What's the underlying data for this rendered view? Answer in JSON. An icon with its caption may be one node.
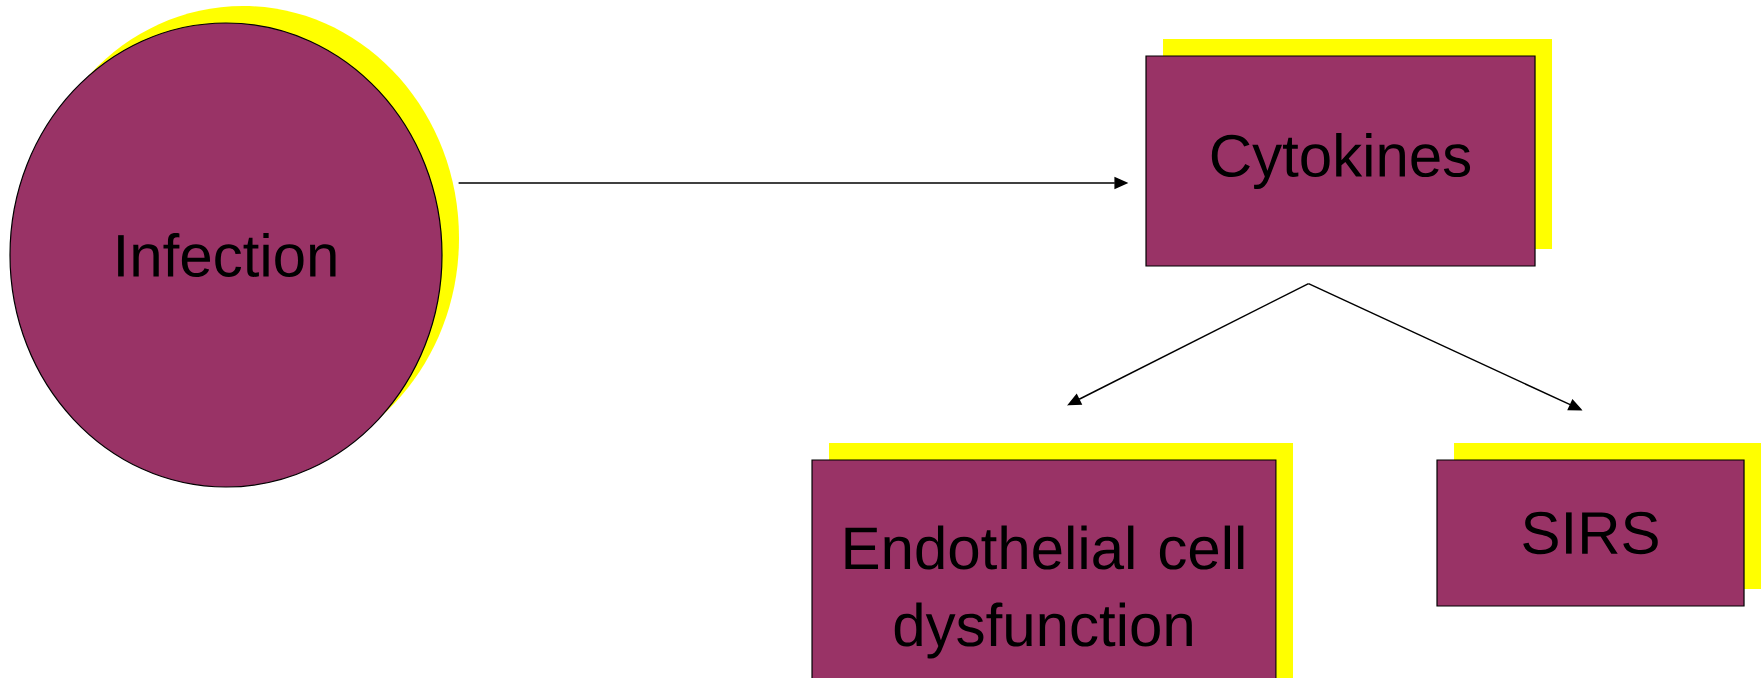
{
  "diagram": {
    "nodes": [
      {
        "text": [
          "Infection"
        ]
      },
      {
        "text": [
          "Cytokines"
        ]
      },
      {
        "text": [
          "Endothelial cell dysfunction"
        ]
      },
      {
        "text": [
          "SIRS"
        ]
      }
    ],
    "edges": [
      {
        "from": 0,
        "to": 1,
        "arrow": "to"
      },
      {
        "from": 1,
        "to": 2,
        "arrow": "to"
      },
      {
        "from": 1,
        "to": 3,
        "arrow": "to"
      }
    ]
  }
}
